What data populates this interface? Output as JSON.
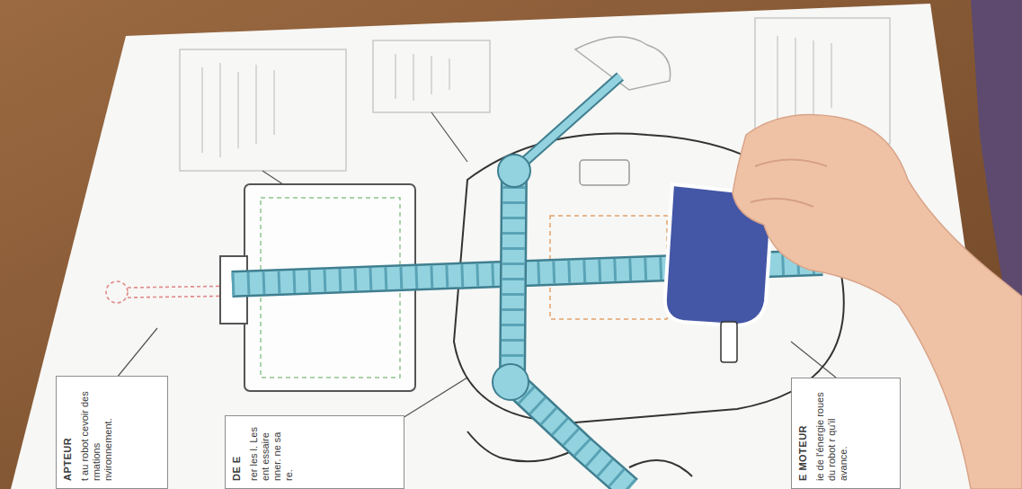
{
  "diagram": {
    "nodes": [
      {
        "text": [
          "APTEUR",
          "t au robot cevoir des rmations nvironnement."
        ]
      },
      {
        "text": [
          "DE E",
          "rer les l. Les ent essaire nner. ne sa re."
        ]
      },
      {
        "text": [
          "E MOTEUR",
          "ie de l'énergie roues du robot r qu'il avance."
        ]
      }
    ]
  }
}
